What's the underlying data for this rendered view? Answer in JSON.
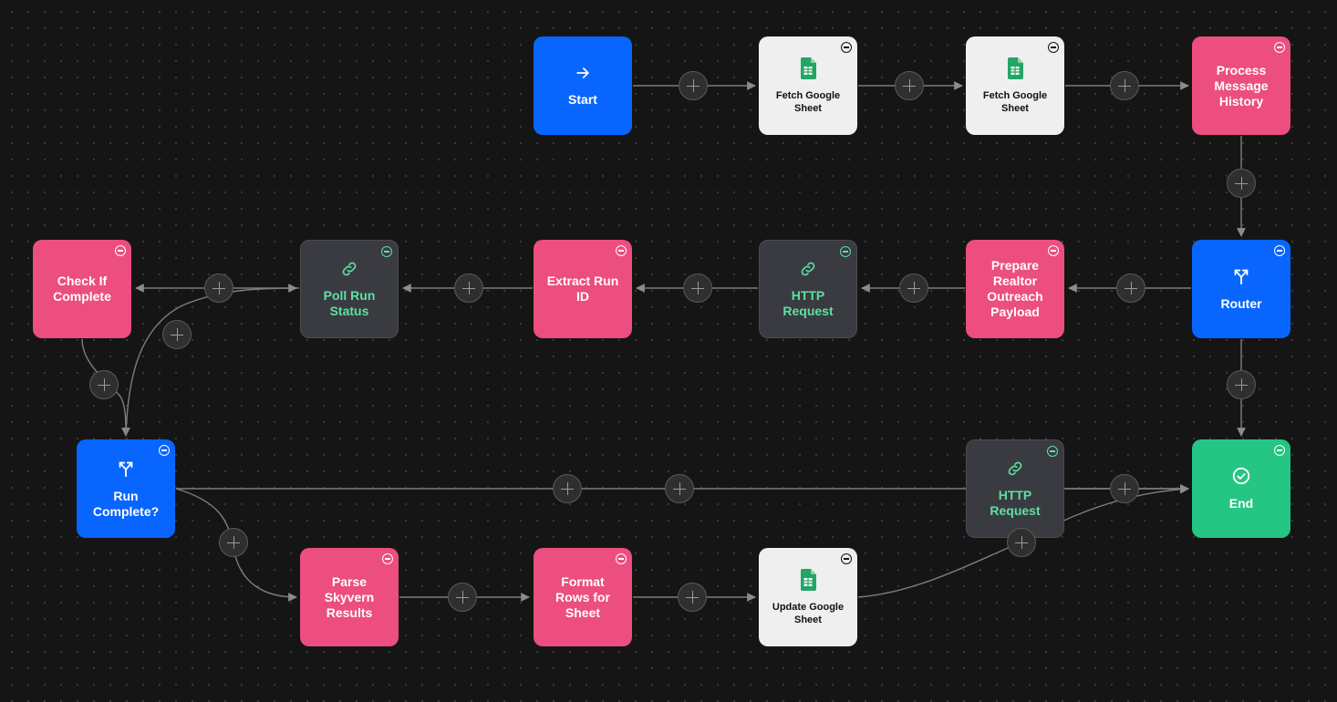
{
  "workflow": {
    "nodes": [
      {
        "id": "start",
        "label": "Start",
        "style": "blue",
        "icon": "arrow-right-icon"
      },
      {
        "id": "fetch1",
        "label": "Fetch Google Sheet",
        "style": "light",
        "icon": "google-sheets-icon"
      },
      {
        "id": "fetch2",
        "label": "Fetch Google Sheet",
        "style": "light",
        "icon": "google-sheets-icon"
      },
      {
        "id": "process",
        "label": "Process Message History",
        "style": "pink",
        "icon": ""
      },
      {
        "id": "router",
        "label": "Router",
        "style": "blue",
        "icon": "branch-icon"
      },
      {
        "id": "prepare",
        "label": "Prepare Realtor Outreach Payload",
        "style": "pink",
        "icon": ""
      },
      {
        "id": "http1",
        "label": "HTTP Request",
        "style": "dark",
        "icon": "link-icon"
      },
      {
        "id": "extract",
        "label": "Extract Run ID",
        "style": "pink",
        "icon": ""
      },
      {
        "id": "poll",
        "label": "Poll Run Status",
        "style": "dark",
        "icon": "link-icon"
      },
      {
        "id": "check",
        "label": "Check If Complete",
        "style": "pink",
        "icon": ""
      },
      {
        "id": "runComplete",
        "label": "Run Complete?",
        "style": "blue",
        "icon": "branch-icon"
      },
      {
        "id": "parse",
        "label": "Parse Skyvern Results",
        "style": "pink",
        "icon": ""
      },
      {
        "id": "format",
        "label": "Format Rows for Sheet",
        "style": "pink",
        "icon": ""
      },
      {
        "id": "update",
        "label": "Update Google Sheet",
        "style": "light",
        "icon": "google-sheets-icon"
      },
      {
        "id": "http2",
        "label": "HTTP Request",
        "style": "dark",
        "icon": "link-icon"
      },
      {
        "id": "end",
        "label": "End",
        "style": "green",
        "icon": "check-circle-icon"
      }
    ],
    "edges": [
      {
        "from": "start",
        "to": "fetch1"
      },
      {
        "from": "fetch1",
        "to": "fetch2"
      },
      {
        "from": "fetch2",
        "to": "process"
      },
      {
        "from": "process",
        "to": "router"
      },
      {
        "from": "router",
        "to": "prepare"
      },
      {
        "from": "prepare",
        "to": "http1"
      },
      {
        "from": "http1",
        "to": "extract"
      },
      {
        "from": "extract",
        "to": "poll"
      },
      {
        "from": "poll",
        "to": "check"
      },
      {
        "from": "check",
        "to": "runComplete"
      },
      {
        "from": "runComplete",
        "to": "poll"
      },
      {
        "from": "runComplete",
        "to": "http2"
      },
      {
        "from": "runComplete",
        "to": "parse"
      },
      {
        "from": "parse",
        "to": "format"
      },
      {
        "from": "format",
        "to": "update"
      },
      {
        "from": "update",
        "to": "end"
      },
      {
        "from": "http2",
        "to": "end"
      },
      {
        "from": "router",
        "to": "end"
      }
    ]
  },
  "colors": {
    "canvas": "#151515",
    "blue": "#0866ff",
    "pink": "#ec4e7f",
    "green": "#25c584",
    "dark_node": "#3a3b41",
    "dark_text": "#5de0a3",
    "light_node": "#efefef",
    "sheets_green": "#23a566"
  }
}
